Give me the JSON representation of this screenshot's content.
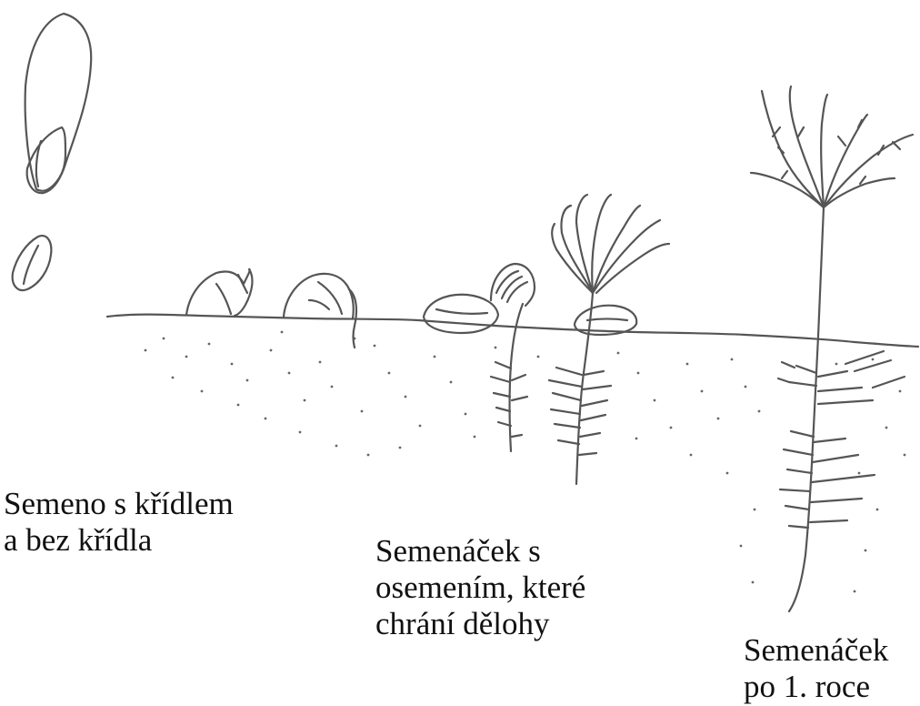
{
  "captions": {
    "seed": {
      "line1": "Semeno s křídlem",
      "line2": "a bez křídla"
    },
    "seedling_with_coat": {
      "line1": "Semenáček s",
      "line2": "osemením, které",
      "line3": "chrání dělohy"
    },
    "seedling_after_year": {
      "line1": "Semenáček",
      "line2": "po 1. roce"
    }
  },
  "colors": {
    "ink": "#555555",
    "background": "#ffffff"
  }
}
